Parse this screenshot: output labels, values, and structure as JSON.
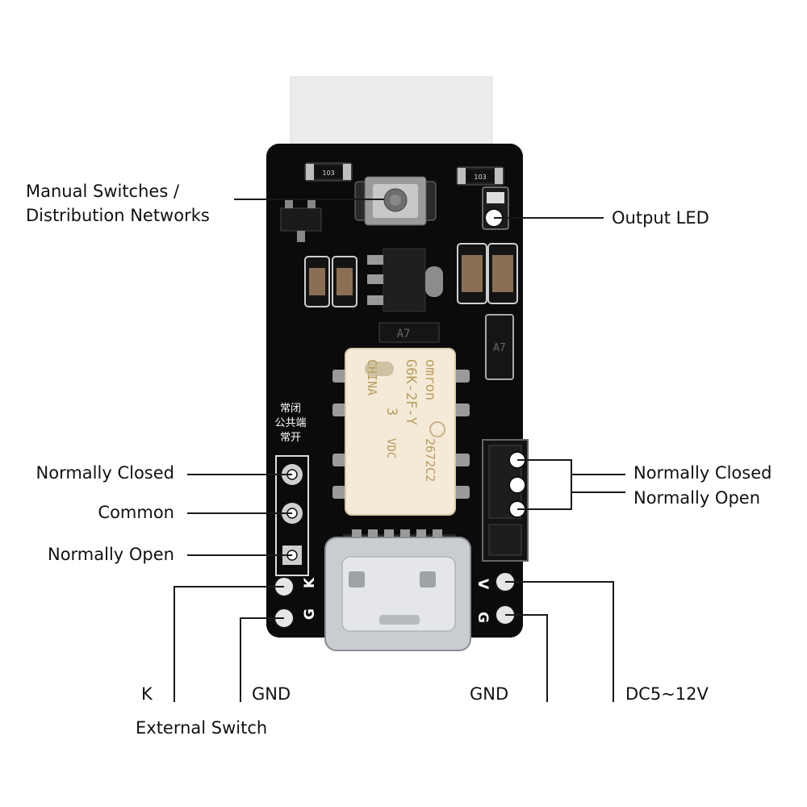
{
  "labels": {
    "manual_switch": "Manual Switches /\nDistribution Networks",
    "output_led": "Output LED",
    "nc_left": "Normally Closed",
    "common_left": "Common",
    "no_left": "Normally Open",
    "nc_right": "Normally Closed",
    "no_right": "Normally Open",
    "k": "K",
    "gnd_left": "GND",
    "external_switch": "External Switch",
    "gnd_right": "GND",
    "dc_power": "DC5~12V"
  },
  "board": {
    "relay_brand": "omron",
    "relay_model": "G6K-2F-Y",
    "relay_voltage": "3",
    "relay_voltage_unit": "VDC",
    "relay_origin": "CHINA",
    "relay_code": "2672C2",
    "silk_nc": "常闭",
    "silk_common": "公共端",
    "silk_no": "常开",
    "silk_k": "K",
    "silk_g_left": "G",
    "silk_v": "V",
    "silk_g_right": "G",
    "resistor_1": "103",
    "resistor_2": "103",
    "regulator_mark": "A7",
    "diode_mark": "A7"
  },
  "colors": {
    "pcb": "#0b0b0b",
    "leader_line": "#1a1a1a",
    "pad": "#e6e6e6",
    "relay_body": "#f4ead7",
    "usb_metal": "#c9ccd0"
  }
}
